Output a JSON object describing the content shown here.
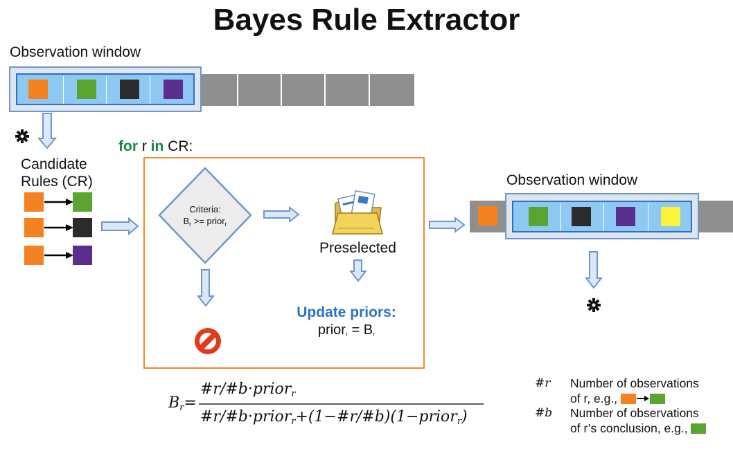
{
  "title": "Bayes Rule Extractor",
  "observation_window_top": {
    "label": "Observation window",
    "cells": [
      "orange",
      "green",
      "black",
      "purple"
    ],
    "pending_cells": 5
  },
  "candidate_rules": {
    "label_line1": "Candidate",
    "label_line2": "Rules (CR)",
    "rules": [
      {
        "from": "orange",
        "to": "green"
      },
      {
        "from": "orange",
        "to": "black"
      },
      {
        "from": "orange",
        "to": "purple"
      }
    ]
  },
  "loop": {
    "keyword_for": "for",
    "var": " r ",
    "keyword_in": "in",
    "set": " CR:"
  },
  "criteria": {
    "line1": "Criteria:",
    "lhs": "B",
    "lhs_sub": "r",
    "op": " >= prior",
    "rhs_sub": "r"
  },
  "preselected": {
    "label": "Preselected",
    "icon": "folder-documents-icon"
  },
  "rejected": {
    "icon": "reject-icon"
  },
  "update_priors": {
    "title": "Update priors:",
    "lhs": "prior",
    "lhs_sub": "r",
    "eq": " = B",
    "rhs_sub": "r"
  },
  "observation_window_right": {
    "label": "Observation window",
    "left_cell": "orange",
    "cells": [
      "green",
      "black",
      "purple",
      "yellow"
    ]
  },
  "formula": {
    "lhs": "B",
    "lhs_sub": "r",
    "numerator": "#r/#b·prior",
    "numerator_sub": "r",
    "denominator": "#r/#b·prior",
    "denominator_sub": "r",
    "denominator_rest": "+(1−#r/#b)(1−prior",
    "denominator_rest_sub": "r",
    "denominator_close": ")"
  },
  "legend": {
    "items": [
      {
        "key": "#r",
        "line1": "Number of observations",
        "line2": "of r, e.g., "
      },
      {
        "key": "#b",
        "line1": "Number of observations",
        "line2": "of r’s conclusion, e.g., "
      }
    ]
  },
  "colors": {
    "orange": "#f58220",
    "green": "#5aa532",
    "black": "#2b2b2b",
    "purple": "#5b2d8e",
    "yellow": "#fff23a",
    "loop_border": "#f08a24",
    "keyword": "#138a43",
    "update_title": "#2a74c4",
    "arrow_fill": "#dbe8f7",
    "arrow_stroke": "#6d96c9"
  }
}
